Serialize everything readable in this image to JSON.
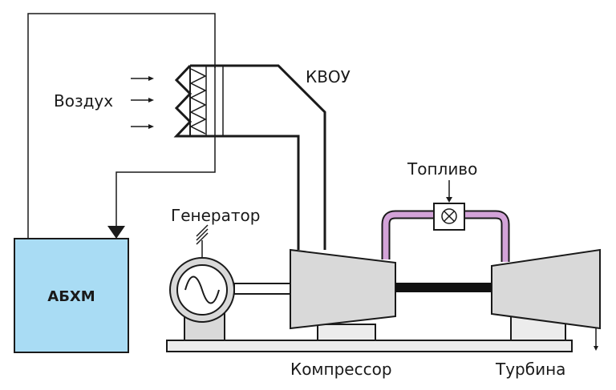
{
  "labels": {
    "air": "Воздух",
    "kvou": "КВОУ",
    "fuel": "Топливо",
    "generator": "Генератор",
    "abhm": "АБХМ",
    "compressor": "Компрессор",
    "turbine": "Турбина"
  },
  "colors": {
    "abhm_fill": "#a9dcf4",
    "fuel_pipe": "#d3a3d8",
    "machine_fill": "#d9d9d9",
    "base_fill": "#ececec",
    "stroke": "#1a1a1a"
  }
}
